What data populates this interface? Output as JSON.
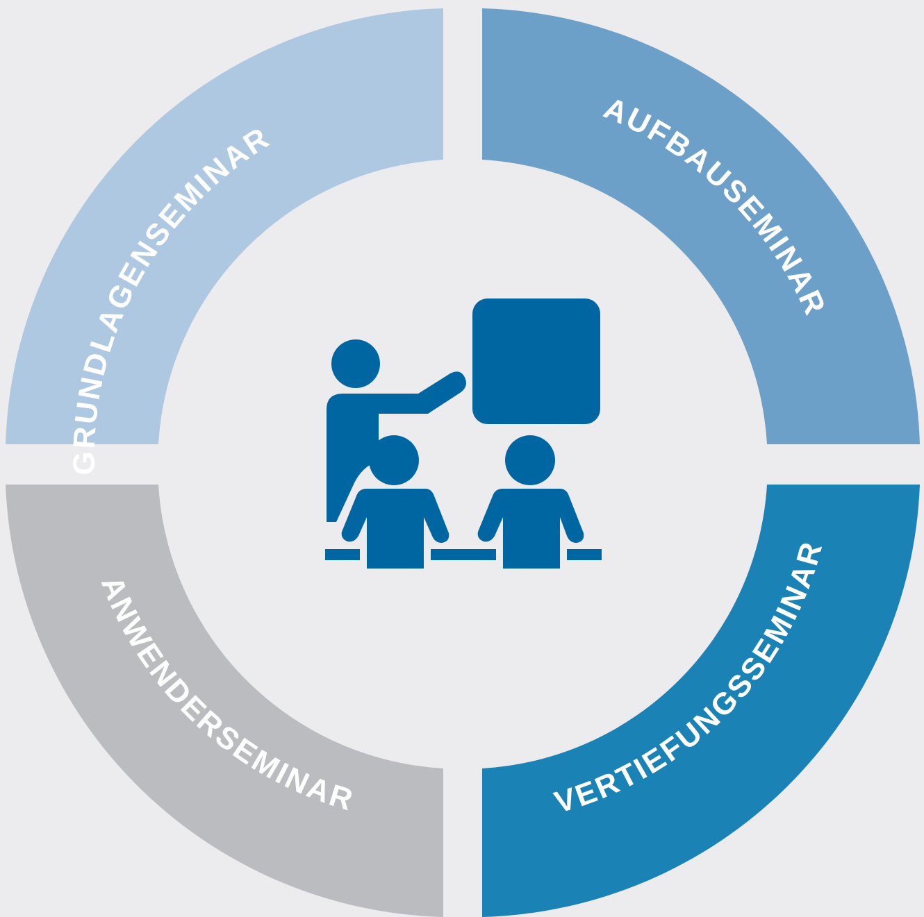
{
  "diagram": {
    "background": "#ecebee",
    "icon_color": "#0066a1",
    "icon_name": "presentation-teacher-students-icon",
    "segments": [
      {
        "id": "grundlagen",
        "label": "GRUNDLAGENSEMINAR",
        "color": "#aec8e2",
        "position": "top-left"
      },
      {
        "id": "aufbau",
        "label": "AUFBAUSEMINAR",
        "color": "#6da0c9",
        "position": "top-right"
      },
      {
        "id": "vertiefung",
        "label": "VERTIEFUNGSSEMINAR",
        "color": "#1b82b5",
        "position": "bottom-right"
      },
      {
        "id": "anwender",
        "label": "ANWENDERSEMINAR",
        "color": "#bbbcc0",
        "position": "bottom-left"
      }
    ]
  }
}
